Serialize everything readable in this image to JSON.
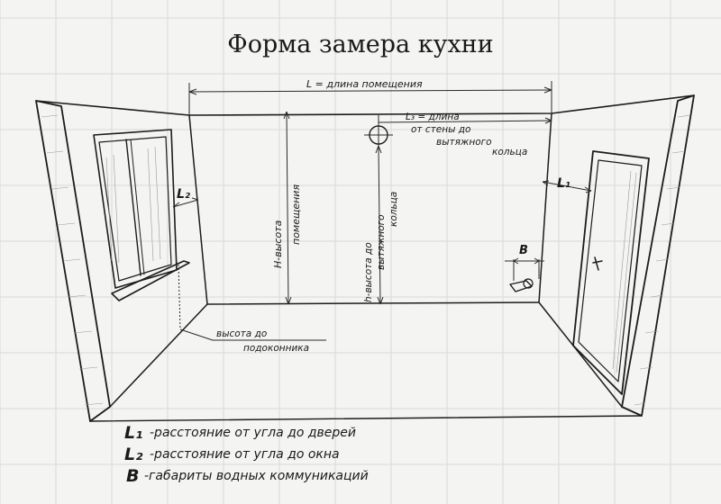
{
  "title": "Форма замера кухни",
  "dimensions": {
    "length": "L = длина помещения",
    "l3": [
      "L₃ = длина",
      "от стены до",
      "вытяжного",
      "кольца"
    ],
    "l1_marker": "L₁",
    "l2_marker": "L₂",
    "b_marker": "B",
    "height_room": [
      "H-высота",
      "помещения"
    ],
    "height_vent": [
      "h-высота до",
      "вытяжного",
      "кольца"
    ],
    "sill_height": [
      "высота до",
      "подоконника"
    ]
  },
  "legend": [
    {
      "key": "L₁",
      "text": "-расстояние от угла до дверей"
    },
    {
      "key": "L₂",
      "text": "-расстояние от угла до окна"
    },
    {
      "key": "B",
      "text": "-габариты водных коммуникаций"
    }
  ]
}
